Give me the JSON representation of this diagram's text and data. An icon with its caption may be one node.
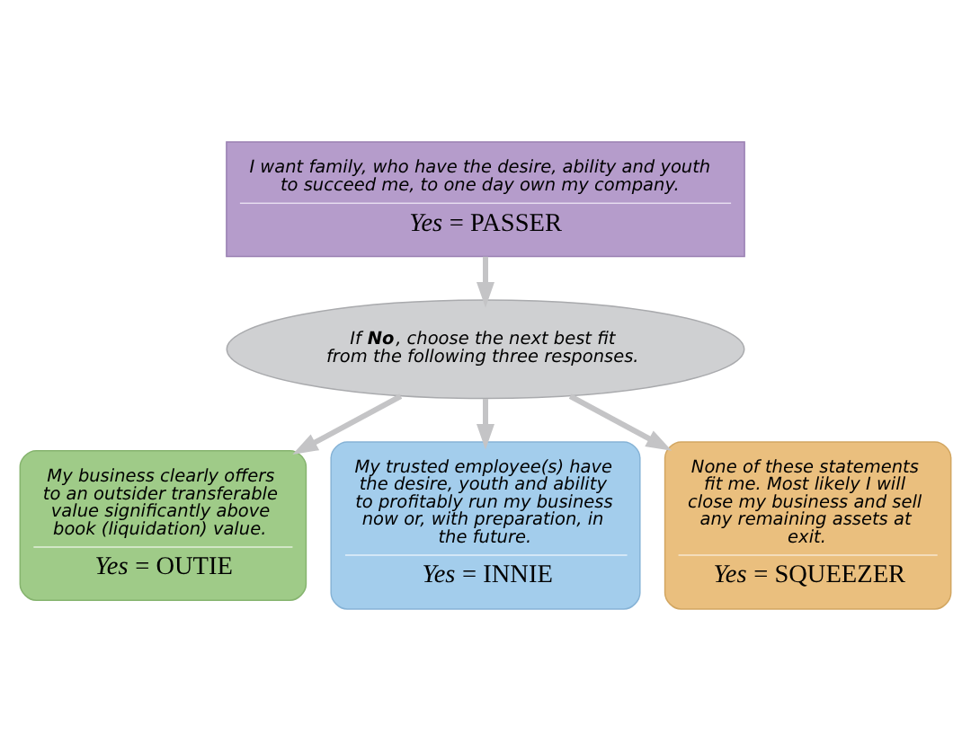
{
  "diagram": {
    "nodes": [
      {
        "text": [
          "I want family, who have the desire, ability and youth to succeed me, to one day own my company.",
          "*Yes* = PASSER"
        ]
      },
      {
        "text": [
          "If **No**, choose the next best fit from the following three responses."
        ]
      },
      {
        "text": [
          "My business clearly offers to an outsider transferable value significantly above book (liquidation) value.",
          "*Yes* = OUTIE"
        ]
      },
      {
        "text": [
          "My trusted employee(s) have the desire, youth and ability to profitably run my business now or, with preparation, in the future.",
          "*Yes* = INNIE"
        ]
      },
      {
        "text": [
          "None of these statements fit me. Most likely I will close my business and sell any remaining assets at exit.",
          "*Yes* = SQUEEZER"
        ]
      }
    ],
    "edges": [
      {
        "from": 0,
        "to": 1,
        "arrow": "to"
      },
      {
        "from": 1,
        "to": 2,
        "arrow": "to"
      },
      {
        "from": 1,
        "to": 3,
        "arrow": "to"
      },
      {
        "from": 1,
        "to": 4,
        "arrow": "to"
      }
    ]
  }
}
